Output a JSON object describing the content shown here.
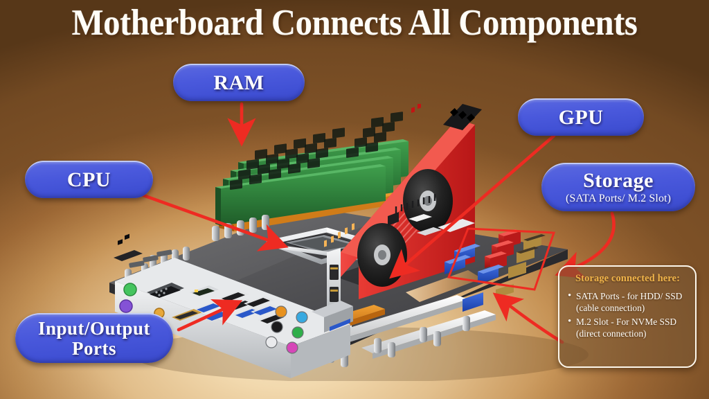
{
  "page": {
    "title": "Motherboard Connects All Components",
    "background_color_center": "#f2d9ae",
    "background_color_edge": "#8a5a2c",
    "accent_arrow_color": "#ee2b22",
    "pill_color": "#4a59dc"
  },
  "labels": {
    "cpu": {
      "main": "CPU",
      "sub": ""
    },
    "ram": {
      "main": "RAM",
      "sub": ""
    },
    "gpu": {
      "main": "GPU",
      "sub": ""
    },
    "storage": {
      "main": "Storage",
      "sub": "(SATA Ports/ M.2 Slot)"
    },
    "io": {
      "main_line1": "Input/Output",
      "main_line2": "Ports"
    }
  },
  "callout": {
    "heading": "Storage connected here:",
    "heading_color": "#f0b44a",
    "items": [
      "SATA Ports - for HDD/ SSD (cable connection)",
      "M.2 Slot - For NVMe SSD (direct connection)"
    ]
  },
  "illustration": {
    "name": "motherboard-3d-render",
    "components": [
      {
        "name": "ram-modules",
        "color": "#2f7a3a",
        "count": 4
      },
      {
        "name": "ram-slots",
        "color": "#e08a1e"
      },
      {
        "name": "cpu-socket",
        "color": "#c9cdd2"
      },
      {
        "name": "gpu-card",
        "color": "#d62222"
      },
      {
        "name": "gpu-fans",
        "color": "#1a1a1a",
        "count": 2
      },
      {
        "name": "sata-ports",
        "color": "#c41c1c"
      },
      {
        "name": "pcie-slots",
        "color": "#efefef"
      },
      {
        "name": "pci-slot-orange",
        "color": "#e2761a"
      },
      {
        "name": "usb-ports",
        "color": "#2956c8"
      },
      {
        "name": "ps2-keyboard-port",
        "color": "#7b4fd1"
      },
      {
        "name": "ps2-mouse-port",
        "color": "#4fd16a"
      },
      {
        "name": "audio-jacks",
        "colors": [
          "#e08b1e",
          "#2fa8e0",
          "#35b24a",
          "#d948b8",
          "#111111",
          "#d8d8d8"
        ]
      },
      {
        "name": "board-pcb",
        "color": "#4a4a4a"
      },
      {
        "name": "highlight-box-storage",
        "color": "#ee2b22"
      }
    ]
  }
}
